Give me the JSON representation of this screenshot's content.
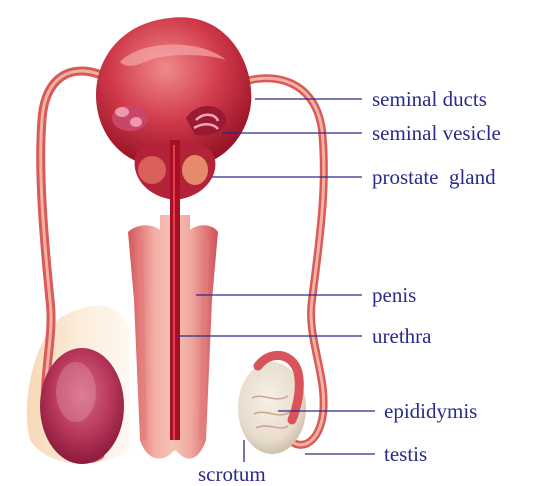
{
  "labels": {
    "seminal_ducts": "seminal ducts",
    "seminal_vesicle": "seminal vesicle",
    "prostate_gland": "prostate  gland",
    "penis": "penis",
    "urethra": "urethra",
    "epididymis": "epididymis",
    "testis": "testis",
    "scrotum": "scrotum"
  },
  "colors": {
    "label": "#2a2a8c",
    "tissue_dark": "#a8142a",
    "tissue_mid": "#d9434f",
    "tissue_light": "#f0a6a0",
    "duct": "#e0655f",
    "testis_pale": "#e9dccc"
  }
}
